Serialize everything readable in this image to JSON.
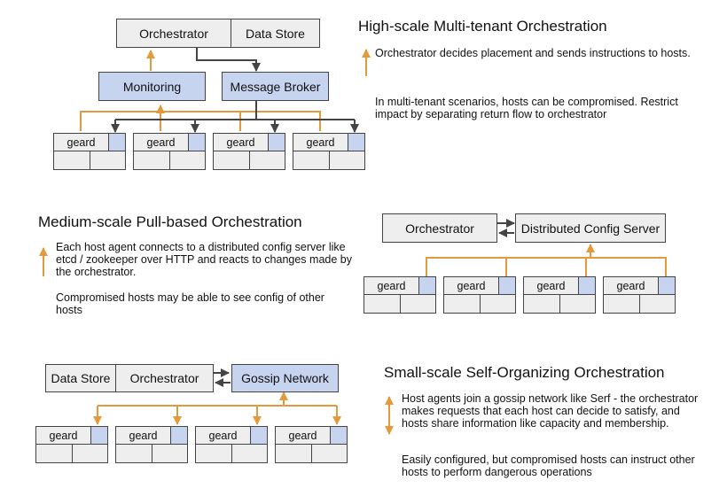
{
  "host_label": "geard",
  "colors": {
    "orange": "#e39a3c",
    "dark": "#444444",
    "blue_fill": "#c7d4f0",
    "gray_fill": "#eeeeee"
  },
  "sections": {
    "high": {
      "title": "High-scale Multi-tenant Orchestration",
      "para1": "Orchestrator decides placement and sends instructions to hosts.",
      "para2": "In multi-tenant scenarios, hosts can be compromised. Restrict impact by separating return flow to orchestrator",
      "orchestrator": "Orchestrator",
      "data_store": "Data Store",
      "monitoring": "Monitoring",
      "message_broker": "Message Broker"
    },
    "medium": {
      "title": "Medium-scale Pull-based Orchestration",
      "para1": "Each host agent connects to a distributed config server like etcd / zookeeper over HTTP and reacts to changes made by the orchestrator.",
      "para2": "Compromised hosts may be able to see config of other hosts",
      "orchestrator": "Orchestrator",
      "config_server": "Distributed Config Server"
    },
    "small": {
      "title": "Small-scale Self-Organizing Orchestration",
      "para1": "Host agents join a gossip network like Serf - the orchestrator makes requests that each host can decide to satisfy, and hosts share information like capacity and membership.",
      "para2": "Easily configured, but compromised hosts can instruct other hosts to perform dangerous operations",
      "data_store": "Data Store",
      "orchestrator": "Orchestrator",
      "gossip": "Gossip Network"
    }
  }
}
